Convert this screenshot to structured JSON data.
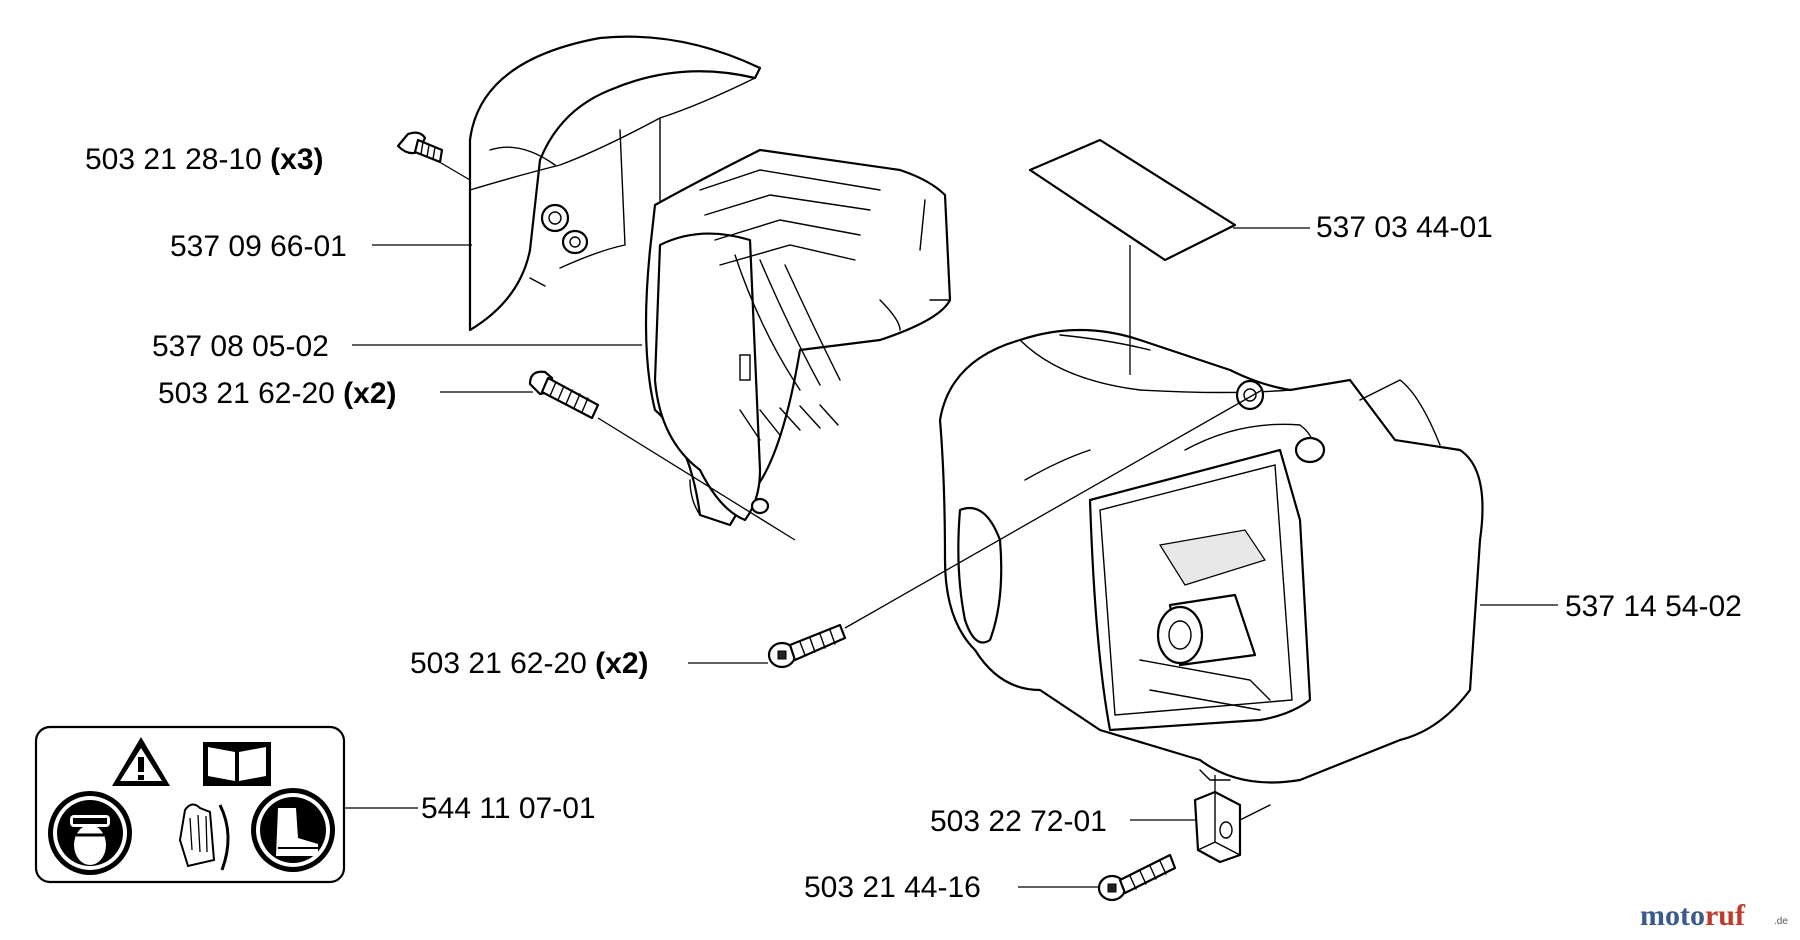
{
  "callouts": [
    {
      "id": "c1",
      "part": "503 21 28-10",
      "qty": "(x3)"
    },
    {
      "id": "c2",
      "part": "537 09 66-01",
      "qty": ""
    },
    {
      "id": "c3",
      "part": "537 08 05-02",
      "qty": ""
    },
    {
      "id": "c4",
      "part": "503 21 62-20",
      "qty": "(x2)"
    },
    {
      "id": "c5",
      "part": "537 03 44-01",
      "qty": ""
    },
    {
      "id": "c6",
      "part": "537 14 54-02",
      "qty": ""
    },
    {
      "id": "c7",
      "part": "503 21 62-20",
      "qty": "(x2)"
    },
    {
      "id": "c8",
      "part": "544 11 07-01",
      "qty": ""
    },
    {
      "id": "c9",
      "part": "503 22 72-01",
      "qty": ""
    },
    {
      "id": "c10",
      "part": "503 21 44-16",
      "qty": ""
    }
  ],
  "icons": [
    "warning-triangle-icon",
    "manual-book-icon",
    "face-protection-icon",
    "gloves-icon",
    "boots-icon"
  ],
  "watermark": {
    "brand_a": "moto",
    "brand_b": "ruf",
    "suffix": ".de",
    "color_a": "#3a5a8c",
    "color_b": "#c0392b"
  }
}
